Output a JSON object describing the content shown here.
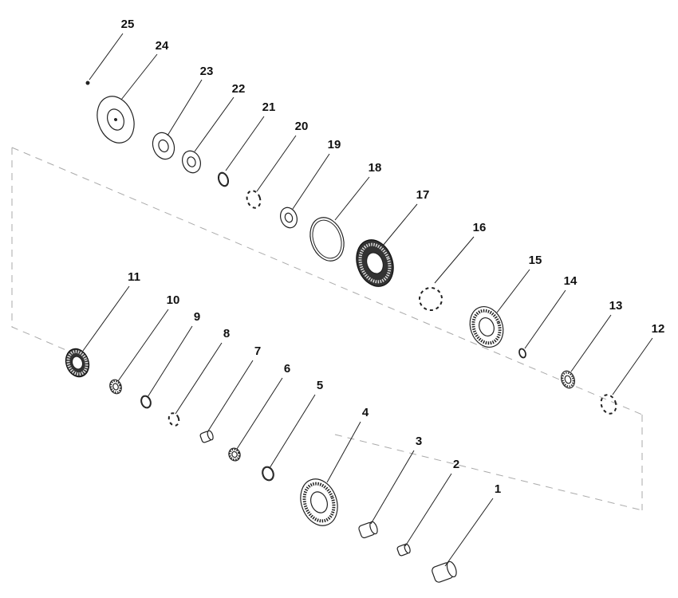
{
  "diagram": {
    "type": "exploded-parts-view",
    "callouts": [
      {
        "number": "1"
      },
      {
        "number": "2"
      },
      {
        "number": "3"
      },
      {
        "number": "4"
      },
      {
        "number": "5"
      },
      {
        "number": "6"
      },
      {
        "number": "7"
      },
      {
        "number": "8"
      },
      {
        "number": "9"
      },
      {
        "number": "10"
      },
      {
        "number": "11"
      },
      {
        "number": "12"
      },
      {
        "number": "13"
      },
      {
        "number": "14"
      },
      {
        "number": "15"
      },
      {
        "number": "16"
      },
      {
        "number": "17"
      },
      {
        "number": "18"
      },
      {
        "number": "19"
      },
      {
        "number": "20"
      },
      {
        "number": "21"
      },
      {
        "number": "22"
      },
      {
        "number": "23"
      },
      {
        "number": "24"
      },
      {
        "number": "25"
      }
    ]
  }
}
